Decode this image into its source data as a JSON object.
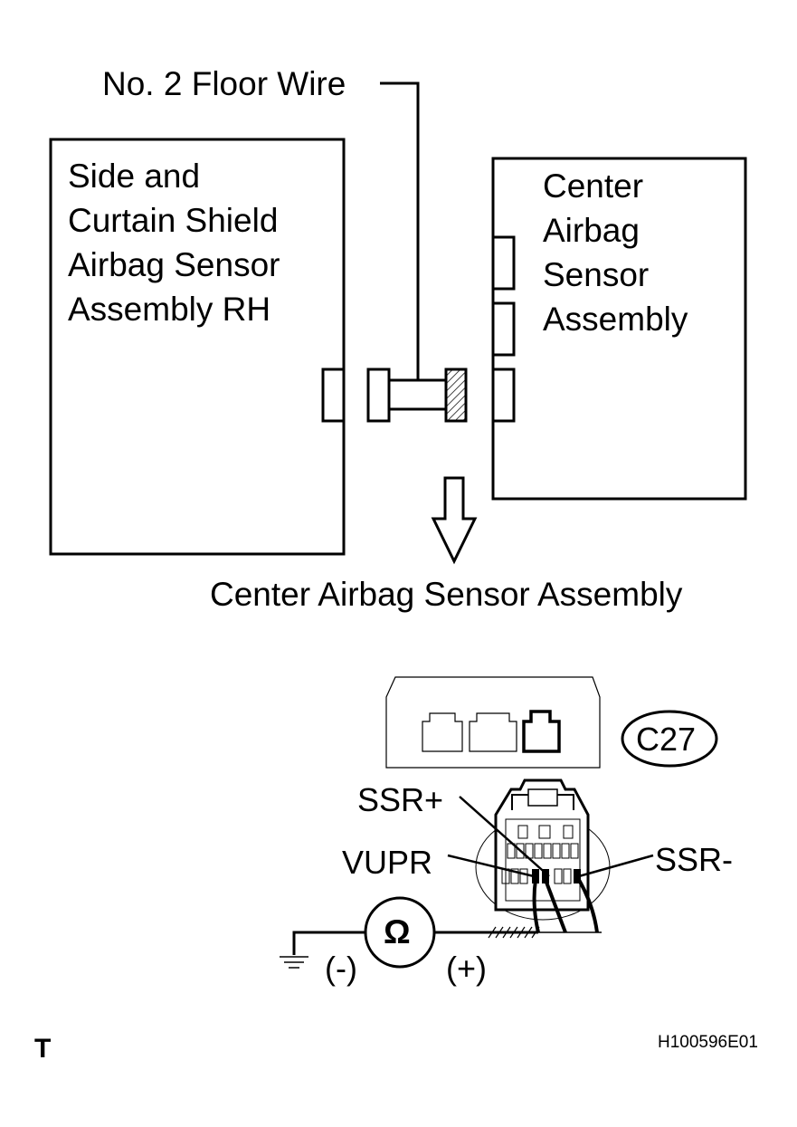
{
  "labels": {
    "floor_wire": "No. 2 Floor Wire",
    "side_sensor": [
      "Side and",
      "Curtain Shield",
      "Airbag Sensor",
      "Assembly RH"
    ],
    "center_sensor": [
      "Center",
      "Airbag",
      "Sensor",
      "Assembly"
    ],
    "arrow_caption": "Center Airbag Sensor Assembly",
    "connector_code": "C27",
    "ssr_plus": "SSR+",
    "vupr": "VUPR",
    "ssr_minus": "SSR-",
    "minus": "(-)",
    "plus": "(+)",
    "ohm_symbol": "Ω",
    "corner_mark": "T",
    "figure_code": "H100596E01"
  }
}
